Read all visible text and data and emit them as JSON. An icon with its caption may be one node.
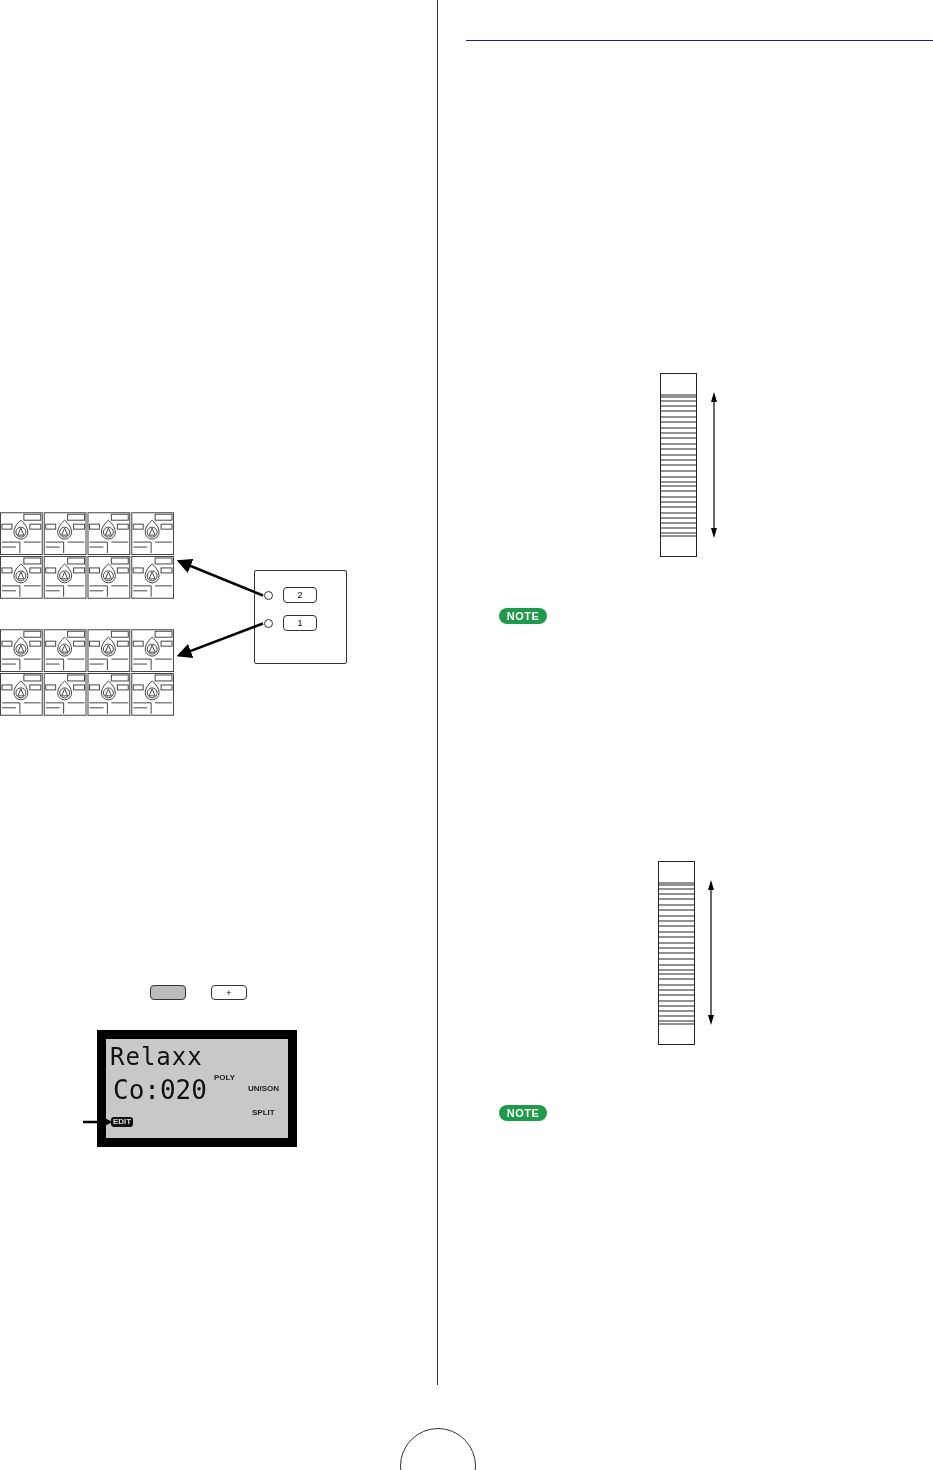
{
  "diagram": {
    "nodes": [
      {
        "text": [],
        "shape": "picture"
      },
      {
        "text": [],
        "shape": "picture"
      },
      {
        "text": [],
        "shape": "box"
      },
      {
        "text": [
          "2"
        ],
        "in": 2
      },
      {
        "text": [
          "1"
        ],
        "in": 2
      },
      {
        "text": [],
        "shape": "circle",
        "in": 2
      },
      {
        "text": [],
        "shape": "circle",
        "in": 2
      },
      {
        "text": [],
        "shape": "box"
      },
      {
        "text": [
          "+"
        ]
      },
      {
        "text": [
          "Relaxx",
          "Co:020",
          "POLY",
          "UNISON",
          "SPLIT"
        ]
      },
      {
        "text": [
          "EDIT"
        ],
        "in": 9
      }
    ],
    "edges": [
      {
        "from": 5,
        "to": 0,
        "arrow": "to"
      },
      {
        "from": 6,
        "to": 1,
        "arrow": "to"
      },
      {
        "from": null,
        "to": 10,
        "arrow": "to"
      }
    ],
    "labels": [
      "NOTE",
      "NOTE"
    ]
  }
}
